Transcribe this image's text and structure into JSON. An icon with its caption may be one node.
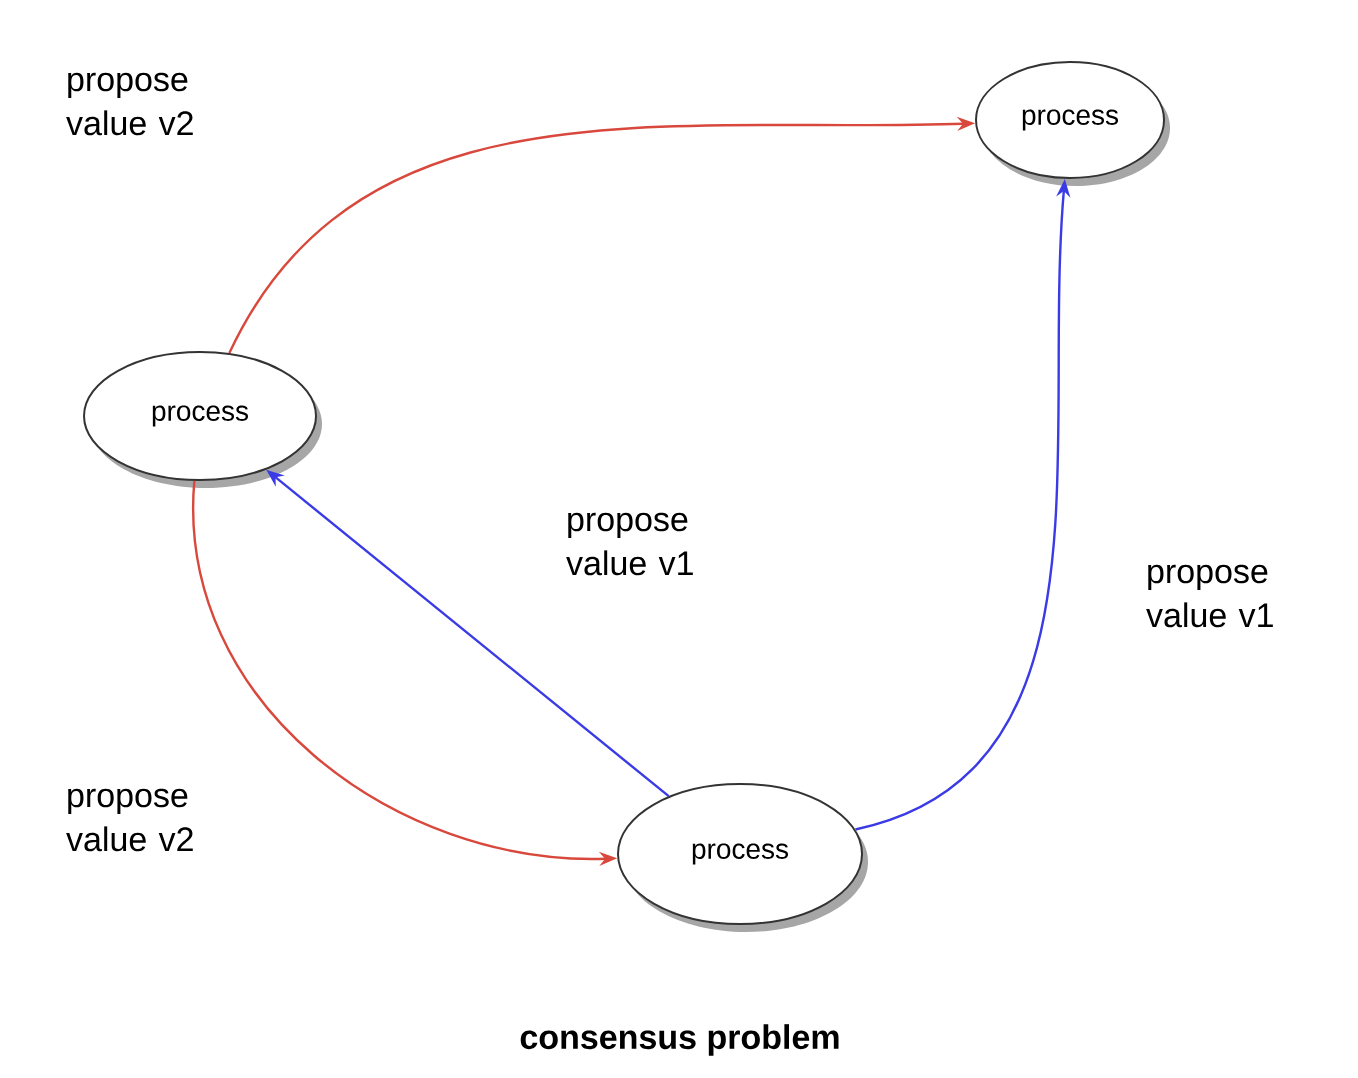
{
  "diagram": {
    "caption": "consensus problem",
    "nodes": [
      {
        "text": [
          "process"
        ]
      },
      {
        "text": [
          "process"
        ]
      },
      {
        "text": [
          "process"
        ]
      }
    ],
    "edges": [
      {
        "from": 1,
        "to": 0,
        "arrow": "to",
        "label": "propose value v2",
        "color": "#d8483c"
      },
      {
        "from": 2,
        "to": 1,
        "arrow": "to",
        "label": "propose value v1",
        "color": "#3b3be6"
      },
      {
        "from": 2,
        "to": 0,
        "arrow": "to",
        "label": "propose value v1",
        "color": "#3b3be6"
      },
      {
        "from": 1,
        "to": 2,
        "arrow": "to",
        "label": "propose value v2",
        "color": "#d8483c"
      }
    ]
  }
}
